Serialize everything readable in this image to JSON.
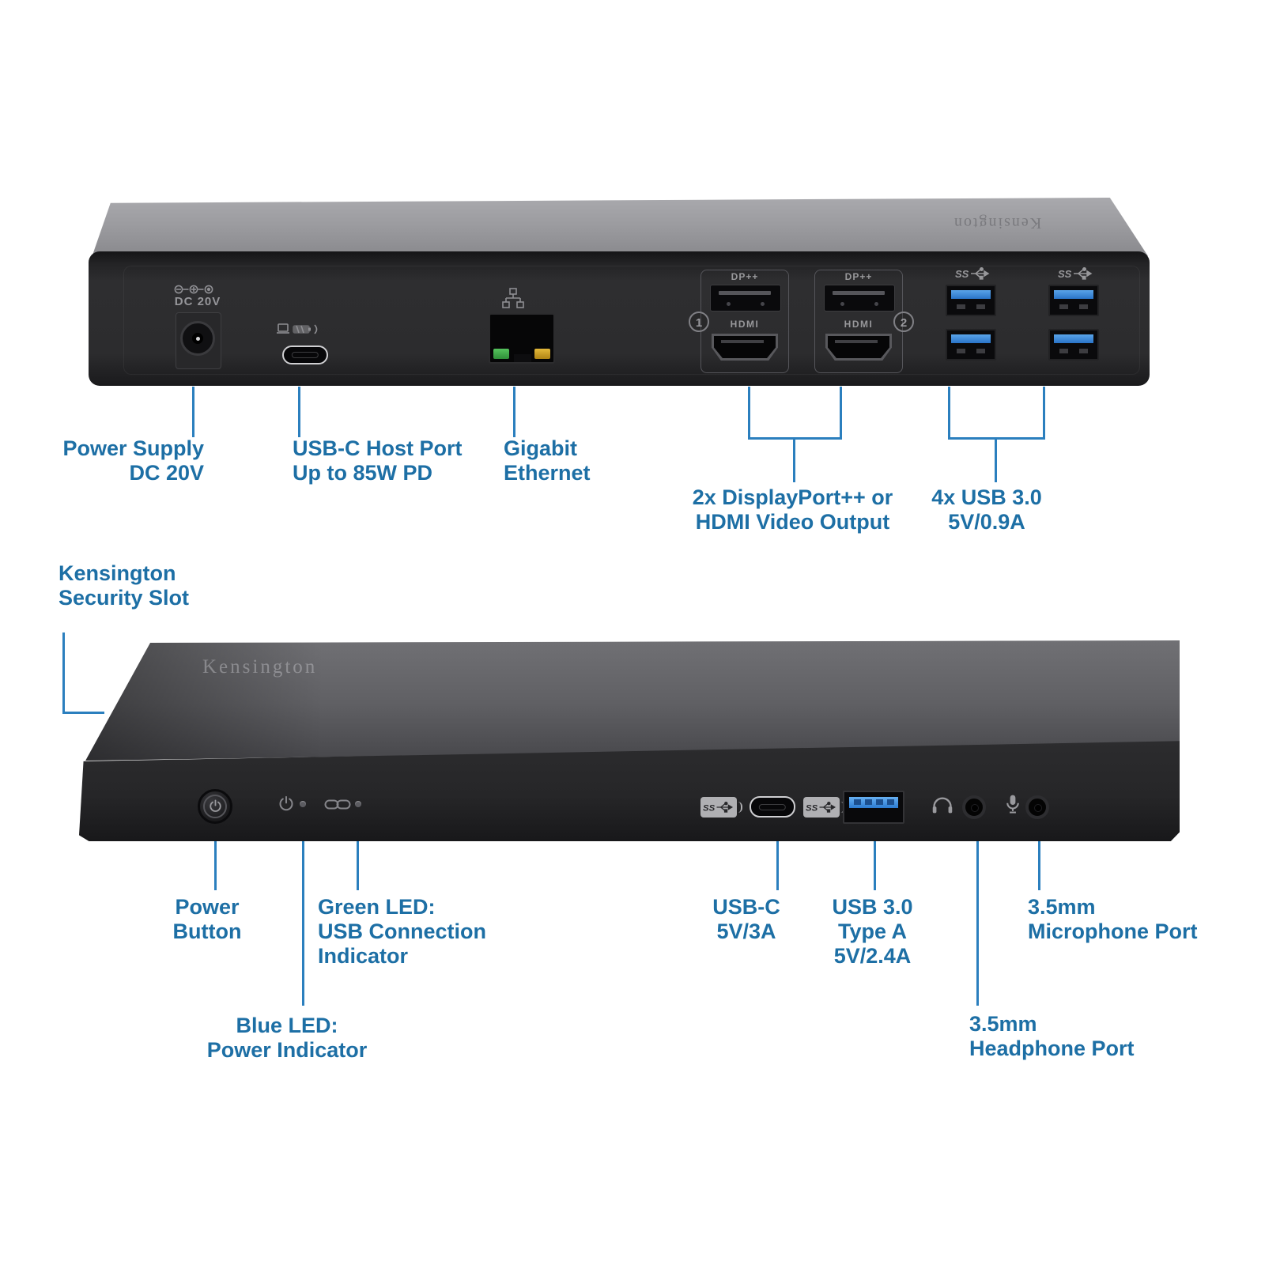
{
  "colors": {
    "label_blue": "#1d6fa5",
    "line_blue": "#2b7fbe",
    "usb_blue": "#2f7fd6",
    "led_green": "#44b04a",
    "led_yellow": "#d8a62a"
  },
  "brand": "Kensington",
  "back_view": {
    "top_logo": "Kensington",
    "panel": {
      "dc_label": "DC 20V",
      "dp_label_1": "DP++",
      "dp_label_2": "DP++",
      "hdmi_label_1": "HDMI",
      "hdmi_label_2": "HDMI",
      "group_1": "1",
      "group_2": "2"
    },
    "callouts": {
      "power_supply": {
        "lines": [
          "Power Supply",
          "DC 20V"
        ]
      },
      "usbc_host": {
        "lines": [
          "USB-C Host Port",
          "Up to 85W PD"
        ]
      },
      "ethernet": {
        "lines": [
          "Gigabit",
          "Ethernet"
        ]
      },
      "video": {
        "lines": [
          "2x DisplayPort++ or",
          "HDMI Video Output"
        ]
      },
      "usb3": {
        "lines": [
          "4x USB 3.0",
          "5V/0.9A"
        ]
      }
    }
  },
  "front_view": {
    "top_logo": "Kensington",
    "callouts": {
      "security_slot": {
        "lines": [
          "Kensington",
          "Security Slot"
        ]
      },
      "power_button": {
        "lines": [
          "Power",
          "Button"
        ]
      },
      "green_led": {
        "lines": [
          "Green LED:",
          "USB Connection",
          "Indicator"
        ]
      },
      "blue_led": {
        "lines": [
          "Blue LED:",
          "Power Indicator"
        ]
      },
      "usbc": {
        "lines": [
          "USB-C",
          "5V/3A"
        ]
      },
      "usb3_typea": {
        "lines": [
          "USB 3.0",
          "Type A",
          "5V/2.4A"
        ]
      },
      "microphone": {
        "lines": [
          "3.5mm",
          "Microphone Port"
        ]
      },
      "headphone": {
        "lines": [
          "3.5mm",
          "Headphone Port"
        ]
      }
    }
  },
  "icons": {
    "ss_label": "SS"
  }
}
